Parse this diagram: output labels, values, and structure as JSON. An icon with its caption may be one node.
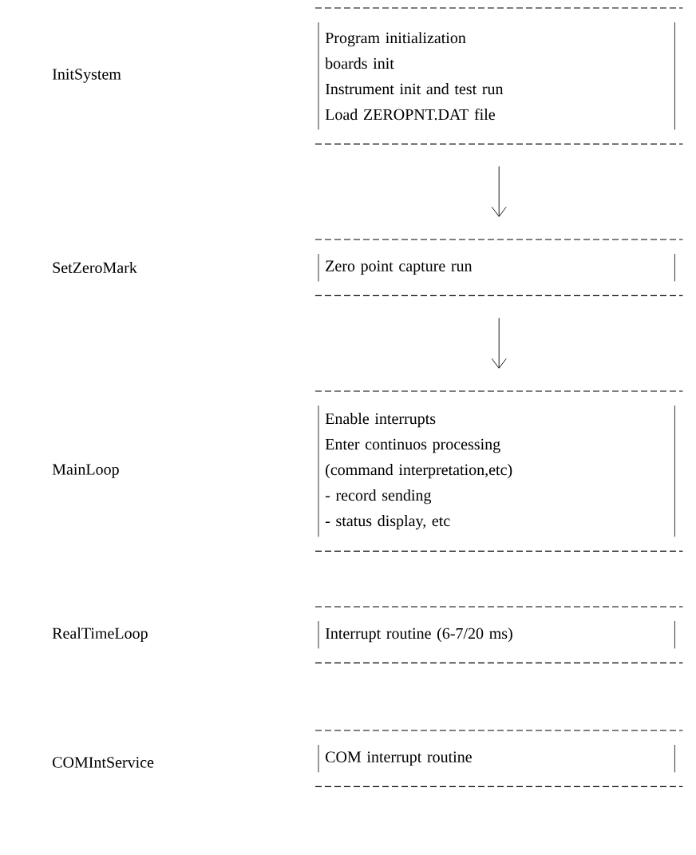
{
  "diagram": {
    "nodes": [
      {
        "text": [
          "Program initialization",
          "boards init",
          "Instrument init and test run",
          "Load ZEROPNT.DAT file"
        ]
      },
      {
        "text": [
          "Zero point capture run"
        ]
      },
      {
        "text": [
          "Enable interrupts",
          "Enter continuos processing",
          "(command interpretation,etc)",
          "- record sending",
          "- status display, etc"
        ]
      },
      {
        "text": [
          "Interrupt routine (6-7/20 ms)"
        ]
      },
      {
        "text": [
          "COM interrupt routine"
        ]
      }
    ],
    "edges": [
      {
        "from": 0,
        "to": 1,
        "arrow": "to"
      },
      {
        "from": 1,
        "to": 2,
        "arrow": "to"
      }
    ],
    "labels": [
      "InitSystem",
      "SetZeroMark",
      "MainLoop",
      "RealTimeLoop",
      "COMIntService"
    ]
  }
}
